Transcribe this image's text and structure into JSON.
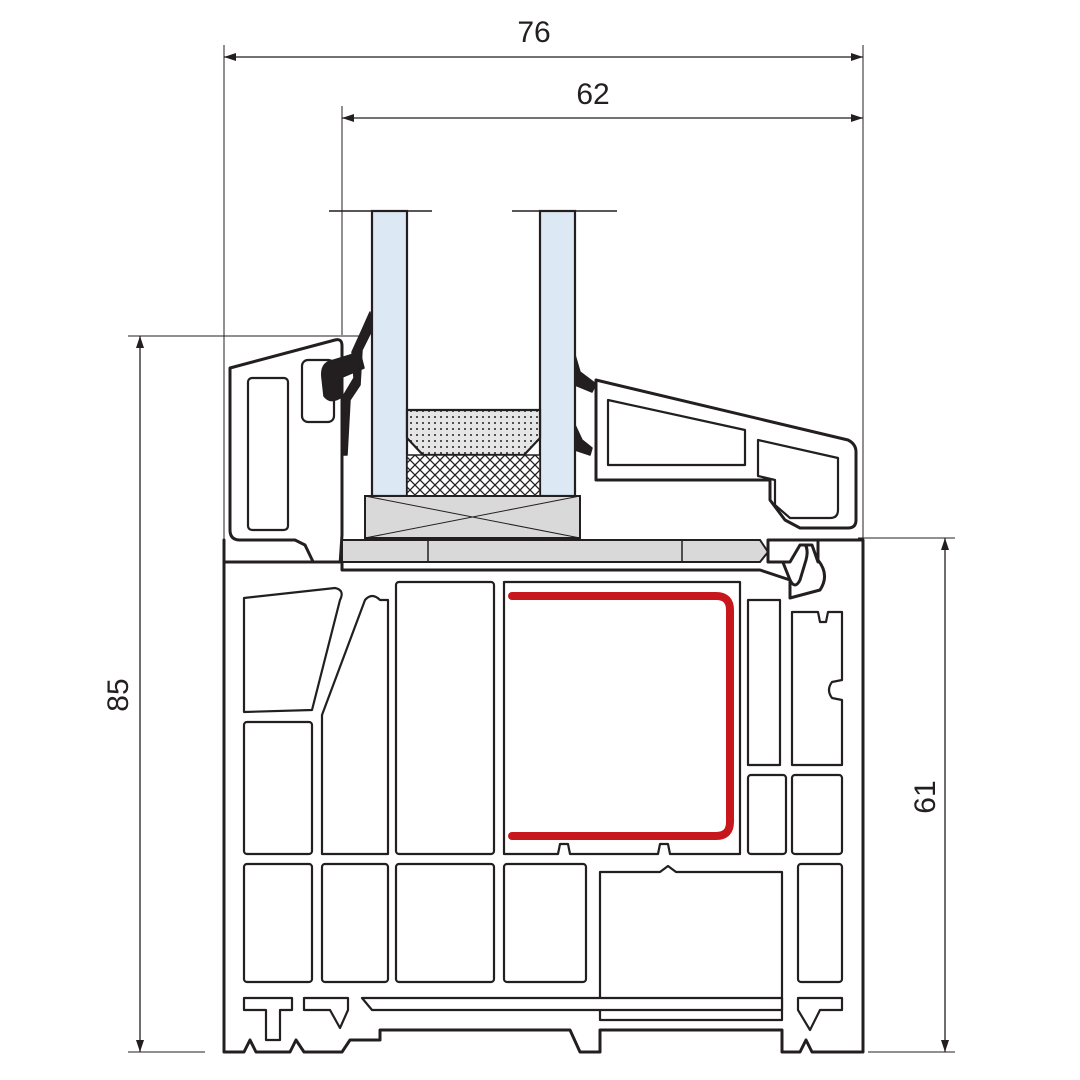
{
  "dimensions": {
    "overall_width": "76",
    "glazing_width": "62",
    "overall_height": "85",
    "frame_height": "61"
  },
  "colors": {
    "outline": "#231f20",
    "glass": "#dce8f3",
    "reinforcement": "#c8161d",
    "block": "#d9d9d9"
  }
}
